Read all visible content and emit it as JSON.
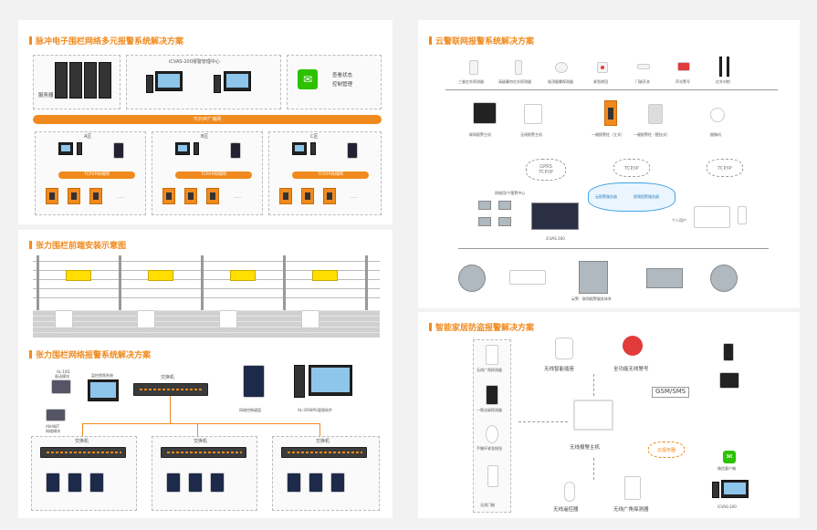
{
  "panels": {
    "p1": {
      "title": "脉冲电子围栏网络多元报警系统解决方案",
      "server_label": "服务器",
      "center_label": "iCVAS-200报警管理中心",
      "wechat_label_1": "查看状态",
      "wechat_label_2": "控制管理",
      "backbone": "TCP/IP广域网",
      "zones": [
        {
          "name": "A区",
          "net": "TCP/IP局域网"
        },
        {
          "name": "B区",
          "net": "TCP/IP局域网"
        },
        {
          "name": "C区",
          "net": "TCP/IP局域网"
        }
      ],
      "ellipsis": "……"
    },
    "p2": {
      "title": "张力围栏前端安装示意图"
    },
    "p3": {
      "title": "张力围栏网络报警系统解决方案",
      "switch_top": "交换机",
      "al10q_1": "AL-10Q",
      "al10q_2": "驱动模块",
      "cctv_label": "监控视频系统",
      "an_1": "AN-N8T",
      "an_2": "网络模块",
      "keyboard_label": "网络控制键盘",
      "software_label": "AL-2008PG管理软件",
      "switches": [
        "交换机",
        "交换机",
        "交换机"
      ]
    },
    "p4": {
      "title": "云警联网报警系统解决方案",
      "sensors": [
        "三鉴红外探测器",
        "高级幕帘红外探测器",
        "吸顶烟雾探测器",
        "紧急按钮",
        "门磁开关",
        "声光警号",
        "红外对射"
      ],
      "hosts": [
        "联网报警主机",
        "无线报警主机",
        "一键报警柱（立式）",
        "一键报警柱（壁挂式）",
        "摄像机"
      ],
      "cloud_left_1": "GPRS",
      "cloud_left_2": "TCP/IP",
      "cloud_mid": "TCP/IP",
      "cloud_right": "TCP/IP",
      "server_1": "云报警服务器",
      "server_2": "视频报警服务器",
      "user_label": "个人用户",
      "icvas": "iCVAS-200",
      "network_user": "网络用户/报警中心",
      "bottom_label": "云警 · 联网报警服务体系"
    },
    "p5": {
      "title": "智能家居防盗报警解决方案",
      "left_devices": [
        "无线广角探测器",
        "一氧化碳探测器",
        "手腕环紧急按钮",
        "无线门磁"
      ],
      "socket": "无线智能插座",
      "siren": "全功能无线警号",
      "host": "无线报警主机",
      "gsm": "GSM/SMS",
      "cloud": "云报务器",
      "remote": "无线遥控器",
      "pir": "无线广角探测器",
      "wechat": "微信客户端",
      "icvas": "iCVAS-200"
    }
  },
  "colors": {
    "accent": "#f08a1e",
    "background": "#f2f2f2",
    "panel": "#ffffff",
    "cloud_server": "#3fa2e4"
  }
}
